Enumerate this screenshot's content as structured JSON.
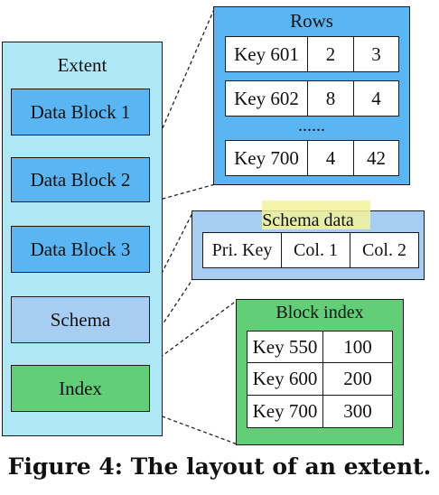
{
  "extent": {
    "title": "Extent",
    "blocks": [
      "Data Block 1",
      "Data Block 2",
      "Data Block 3"
    ],
    "schema_label": "Schema",
    "index_label": "Index"
  },
  "rows_panel": {
    "title": "Rows",
    "rows": [
      {
        "key": "Key 601",
        "a": "2",
        "b": "3"
      },
      {
        "key": "Key 602",
        "a": "8",
        "b": "4"
      },
      {
        "key": "Key 700",
        "a": "4",
        "b": "42"
      }
    ],
    "ellipsis": "......"
  },
  "schema_panel": {
    "title": "Schema data",
    "columns": [
      "Pri. Key",
      "Col. 1",
      "Col. 2"
    ]
  },
  "index_panel": {
    "title": "Block index",
    "rows": [
      {
        "key": "Key 550",
        "value": "100"
      },
      {
        "key": "Key 600",
        "value": "200"
      },
      {
        "key": "Key 700",
        "value": "300"
      }
    ]
  },
  "caption": "Figure 4: The layout of an extent.",
  "colors": {
    "extent_fill": "#aee8f6",
    "data_block_fill": "#5ab6f2",
    "schema_fill": "#a8cdf2",
    "index_fill": "#62cf78",
    "highlight": "#f3f39a"
  }
}
